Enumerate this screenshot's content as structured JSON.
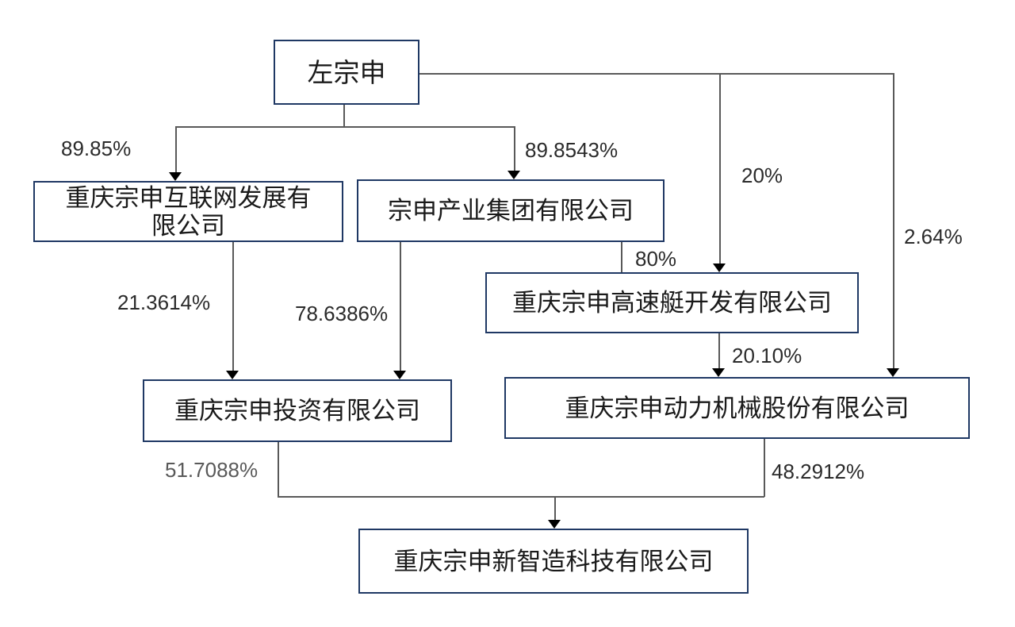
{
  "page": {
    "background": "#ffffff",
    "description": "Equity ownership structure flowchart"
  },
  "diagram": {
    "type": "ownership-structure-flowchart",
    "colors": {
      "box_border": "#1f3864",
      "box_fill": "#ffffff",
      "connector_line": "#595959",
      "arrowhead": "#000000",
      "text": "#1a1a1a",
      "label_muted": "#595959"
    },
    "nodes": {
      "zuo_zongshen": {
        "label": "左宗申"
      },
      "internet": {
        "label": "重庆宗申互联网发展有限公司"
      },
      "group": {
        "label": "宗申产业集团有限公司"
      },
      "speedboat": {
        "label": "重庆宗申高速艇开发有限公司"
      },
      "investment": {
        "label": "重庆宗申投资有限公司"
      },
      "power": {
        "label": "重庆宗申动力机械股份有限公司"
      },
      "smart_mfg": {
        "label": "重庆宗申新智造科技有限公司"
      }
    },
    "edges": [
      {
        "from": "左宗申",
        "to": "重庆宗申互联网发展有限公司",
        "label": "89.85%"
      },
      {
        "from": "左宗申",
        "to": "宗申产业集团有限公司",
        "label": "89.8543%"
      },
      {
        "from": "左宗申",
        "to": "重庆宗申高速艇开发有限公司",
        "label": "20%"
      },
      {
        "from": "左宗申",
        "to": "重庆宗申动力机械股份有限公司",
        "label": "2.64%"
      },
      {
        "from": "宗申产业集团有限公司",
        "to": "重庆宗申高速艇开发有限公司",
        "label": "80%"
      },
      {
        "from": "重庆宗申互联网发展有限公司",
        "to": "重庆宗申投资有限公司",
        "label": "21.3614%"
      },
      {
        "from": "宗申产业集团有限公司",
        "to": "重庆宗申投资有限公司",
        "label": "78.6386%"
      },
      {
        "from": "重庆宗申高速艇开发有限公司",
        "to": "重庆宗申动力机械股份有限公司",
        "label": "20.10%"
      },
      {
        "from": "重庆宗申投资有限公司",
        "to": "重庆宗申新智造科技有限公司",
        "label": "51.7088%"
      },
      {
        "from": "重庆宗申动力机械股份有限公司",
        "to": "重庆宗申新智造科技有限公司",
        "label": "48.2912%"
      }
    ]
  }
}
